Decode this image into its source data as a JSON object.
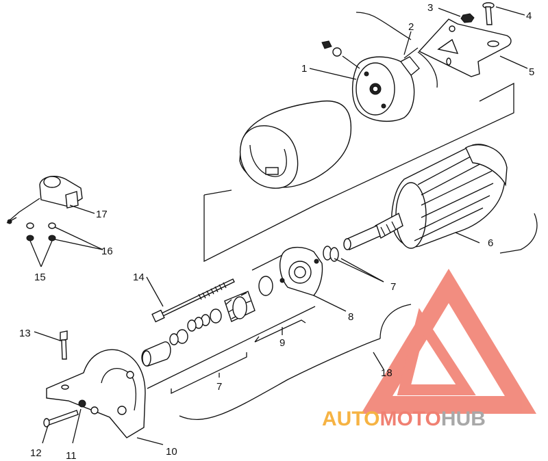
{
  "callouts": [
    {
      "id": "1",
      "label": "1"
    },
    {
      "id": "2",
      "label": "2"
    },
    {
      "id": "3",
      "label": "3"
    },
    {
      "id": "4",
      "label": "4"
    },
    {
      "id": "5",
      "label": "5"
    },
    {
      "id": "6",
      "label": "6"
    },
    {
      "id": "7a",
      "label": "7"
    },
    {
      "id": "7b",
      "label": "7"
    },
    {
      "id": "8",
      "label": "8"
    },
    {
      "id": "9",
      "label": "9"
    },
    {
      "id": "10",
      "label": "10"
    },
    {
      "id": "11",
      "label": "11"
    },
    {
      "id": "12",
      "label": "12"
    },
    {
      "id": "13",
      "label": "13"
    },
    {
      "id": "14",
      "label": "14"
    },
    {
      "id": "15",
      "label": "15"
    },
    {
      "id": "16",
      "label": "16"
    },
    {
      "id": "17",
      "label": "17"
    },
    {
      "id": "18",
      "label": "18"
    }
  ],
  "watermark": {
    "auto": "AUTO",
    "moto": "MOTO",
    "hub": "HUB",
    "colors": {
      "orange": "#f5a623",
      "red": "#ee6a5a",
      "gray": "#9a9a9a",
      "triangle": "#f07a6a"
    }
  }
}
